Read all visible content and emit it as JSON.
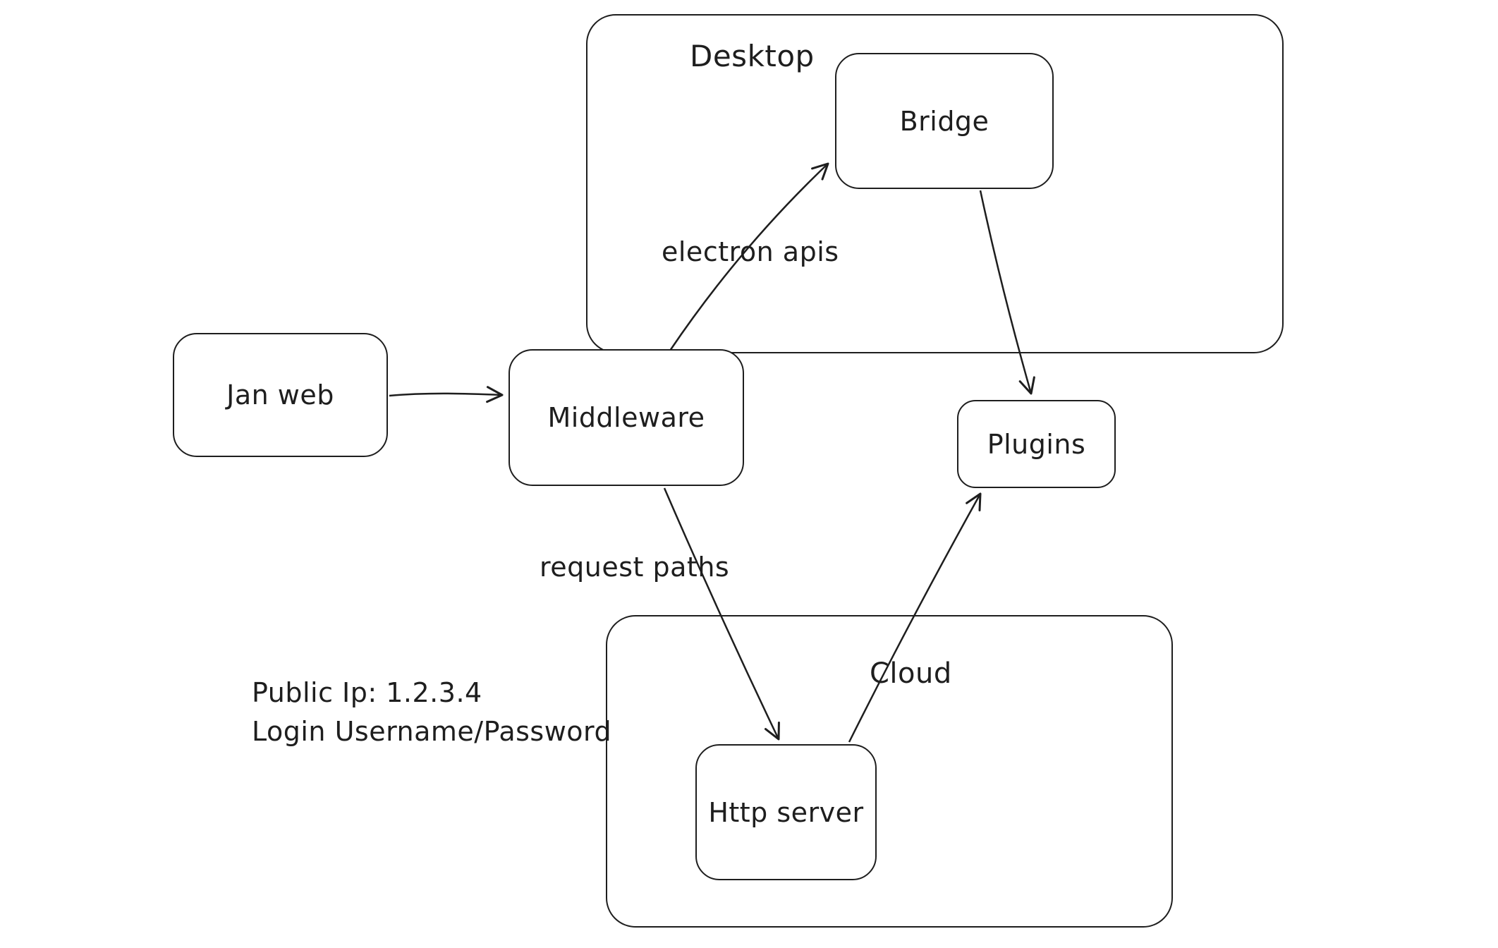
{
  "diagram": {
    "containers": {
      "desktop": {
        "label": "Desktop"
      },
      "cloud": {
        "label": "Cloud"
      }
    },
    "nodes": {
      "jan_web": {
        "label": "Jan web"
      },
      "bridge": {
        "label": "Bridge"
      },
      "middleware": {
        "label": "Middleware"
      },
      "plugins": {
        "label": "Plugins"
      },
      "http_server": {
        "label": "Http server"
      }
    },
    "edge_labels": {
      "electron_apis": "electron apis",
      "request_paths": "request paths"
    },
    "annotations": {
      "line1": "Public Ip: 1.2.3.4",
      "line2": "Login Username/Password"
    },
    "colors": {
      "stroke": "#1e1e1e",
      "canvas_background": "#ffffff"
    }
  }
}
